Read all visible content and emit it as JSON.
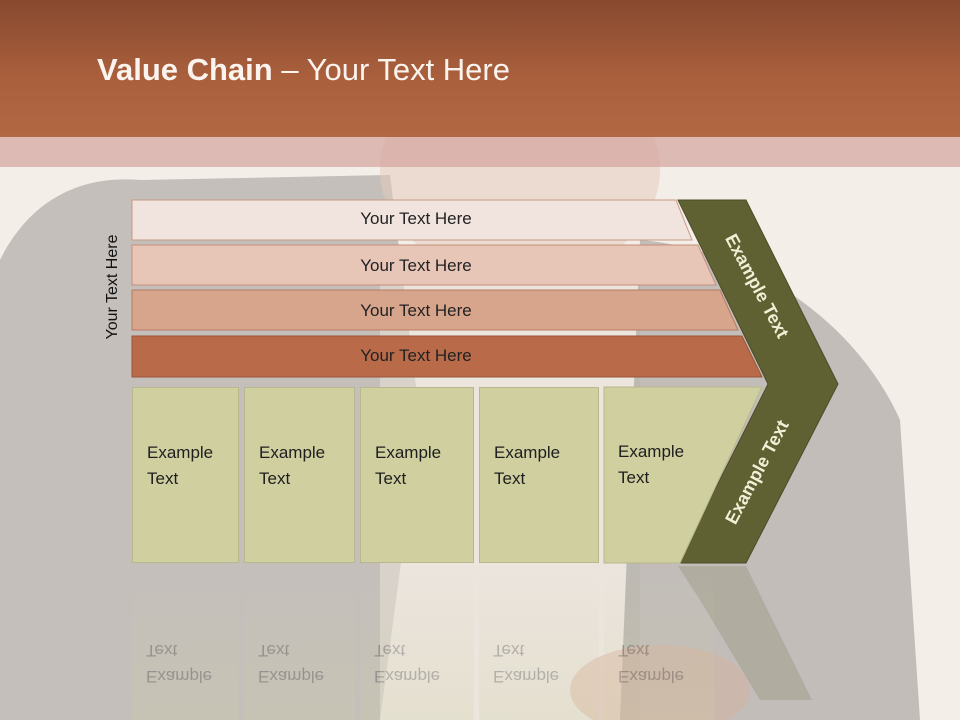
{
  "slide": {
    "title_bold": "Value Chain",
    "title_rest": " – Your Text Here",
    "vertical_label": "Your Text Here",
    "bars": [
      {
        "label": "Your Text Here",
        "color": "#f1e3dd"
      },
      {
        "label": "Your Text Here",
        "color": "#e7c6b8"
      },
      {
        "label": "Your Text Here",
        "color": "#d7a48c"
      },
      {
        "label": "Your Text Here",
        "color": "#b86a49"
      }
    ],
    "boxes": [
      {
        "line1": "Example",
        "line2": "Text"
      },
      {
        "line1": "Example",
        "line2": "Text"
      },
      {
        "line1": "Example",
        "line2": "Text"
      },
      {
        "line1": "Example",
        "line2": "Text"
      },
      {
        "line1": "Example",
        "line2": "Text"
      }
    ],
    "chevron_upper": "Example Text",
    "chevron_lower": "Example Text",
    "colors": {
      "banner": "#a95f3c",
      "chevron": "#5f6133",
      "box": "#d0cfa0"
    }
  }
}
